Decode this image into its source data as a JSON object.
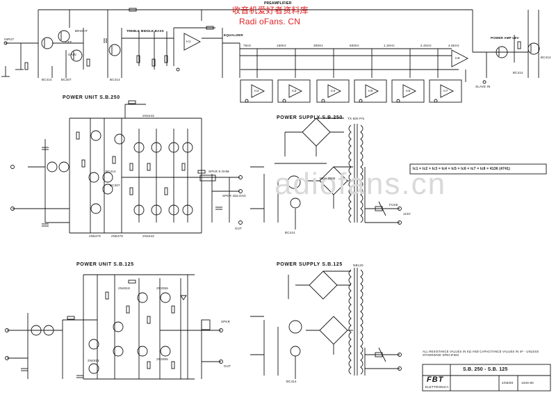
{
  "watermark": {
    "chinese": "收音机爱好者资料库",
    "site": "Radi oFans. CN",
    "faint": "adiofans.cn"
  },
  "preamp": {
    "title": "PREAMPLIFIER",
    "input": "INPUT",
    "bright": "BRIGHT",
    "off": "OFF",
    "gain": "GAIN",
    "treble": "TREBLE MIDDLE BASS",
    "equalizer": "EQUALIZER",
    "power_amp_lev": "POWER AMP LEV",
    "q_bc414_1": "BC414",
    "q_bc307": "BC307",
    "q_bc414_2": "BC414",
    "q_bc414_3": "BC414",
    "q_bc414_4": "BC414",
    "ic1": "Ic1",
    "ic8": "Ic8",
    "bands": [
      "75Hz",
      "150Hz",
      "300Hz",
      "600Hz",
      "1.2KHz",
      "2.4KHz",
      "4.8KHz"
    ],
    "ics": [
      "Ic2",
      "Ic3",
      "Ic4",
      "Ic5",
      "Ic6",
      "Ic7"
    ],
    "slave_in": "SLAVE IN"
  },
  "pu250": {
    "title": "POWER UNIT  S.B.250",
    "q_a": "2N3442",
    "q_b": "2N3442",
    "q_c": "2N5479",
    "q_d": "2N5479",
    "q_e": "BC414",
    "q_f": "BC307",
    "spk_out": "SPKR 8 OHM",
    "slave_out": "SPKR 4ΩLOAD",
    "out": "OUT"
  },
  "ps250": {
    "title": "POWER  SUPPLY  S.B.250",
    "tx": "TX 600 P/n",
    "diode": "MDA 3506",
    "ctrl": "BC414",
    "volt": "115V",
    "fuse": "FUSE"
  },
  "note_box": "Ic1 = Ic2 = Ic3 = Ic4 = Ic5 = Ic6 = Ic7 = Ic8 =   4136 (4741)",
  "pu125": {
    "title": "POWER  UNIT  S.B.125",
    "q_a": "2N3055",
    "q_b": "2N3055",
    "q_c": "2N4918",
    "q_d": "2N4921",
    "spkr": "SPKR",
    "out": "OUT"
  },
  "ps125": {
    "title": "POWER  SUPPLY  S.B.125",
    "tx": "NB120",
    "ctrl": "BC414"
  },
  "footer": {
    "note": "ALL RESISTANCE VALUES IN KΩ AND CAPACITANCE VALUES IN nF - UNLESS OTHERWISE SPECIFIED",
    "brand": "FBT",
    "brand_sub": "ELETTRONICA",
    "model": "S.B. 250  -  S.B. 125",
    "date": "4/05/80",
    "dwg": "1040-80"
  }
}
